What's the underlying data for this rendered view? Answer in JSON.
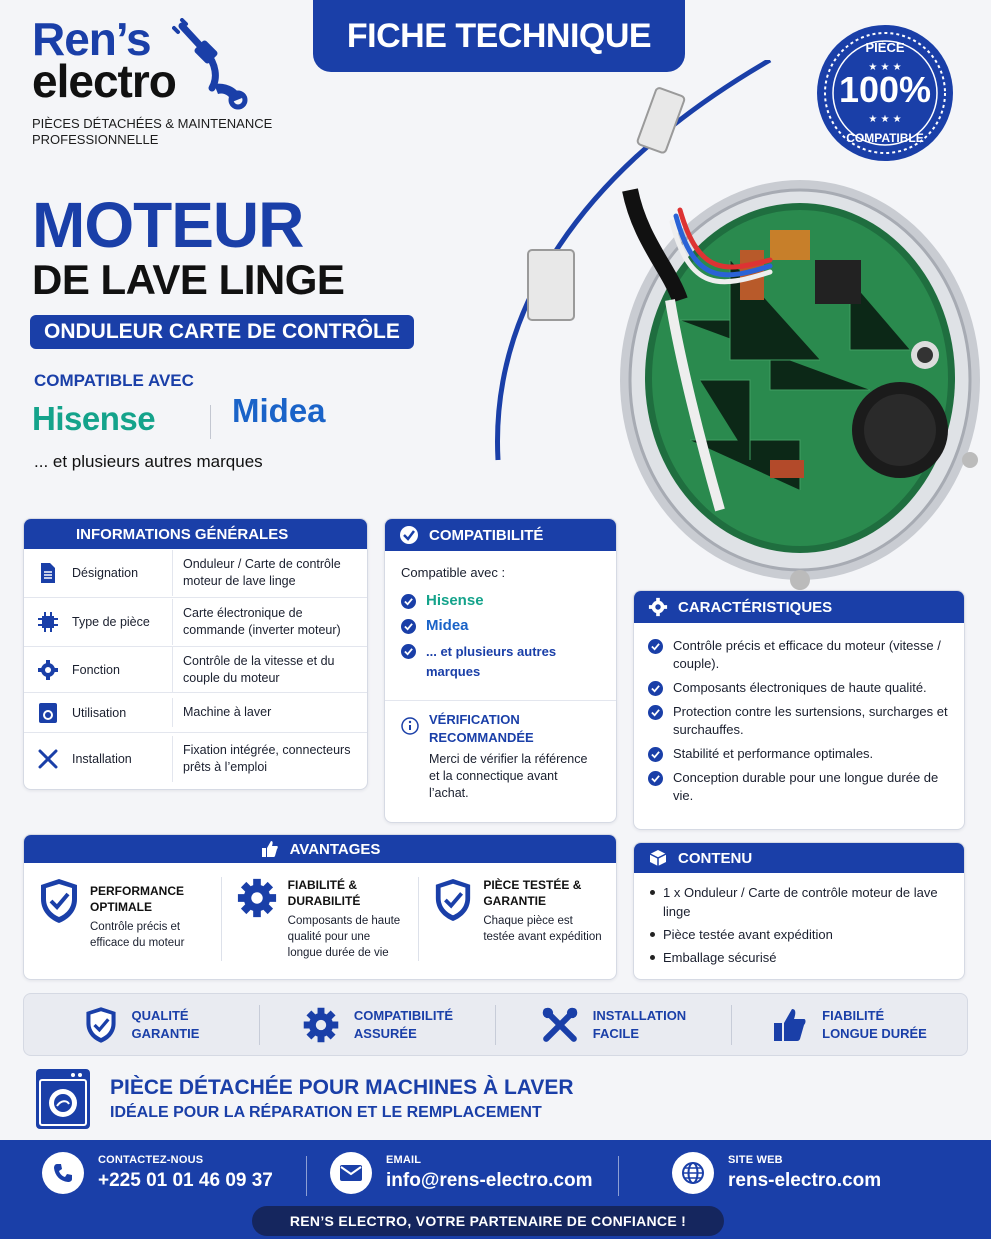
{
  "header": {
    "logo_line1": "Ren’s",
    "logo_line2": "electro",
    "logo_tagline": "PIÈCES DÉTACHÉES & MAINTENANCE PROFESSIONNELLE",
    "banner": "FICHE TECHNIQUE",
    "seal_top": "PIÈCE",
    "seal_main": "100%",
    "seal_bottom": "COMPATIBLE"
  },
  "title": {
    "main": "MOTEUR",
    "sub": "DE LAVE LINGE",
    "pill": "ONDULEUR CARTE DE CONTRÔLE",
    "compat_label": "COMPATIBLE AVEC",
    "brand1": "Hisense",
    "brand2": "Midea",
    "others": "... et plusieurs autres marques"
  },
  "infos": {
    "heading": "INFORMATIONS GÉNÉRALES",
    "rows": [
      {
        "icon": "document-icon",
        "key": "Désignation",
        "value": "Onduleur / Carte de contrôle moteur de lave linge"
      },
      {
        "icon": "chip-icon",
        "key": "Type de pièce",
        "value": "Carte électronique de commande (inverter moteur)"
      },
      {
        "icon": "gear-icon",
        "key": "Fonction",
        "value": "Contrôle de la vitesse et du couple du moteur"
      },
      {
        "icon": "washing-machine-icon",
        "key": "Utilisation",
        "value": "Machine à laver"
      },
      {
        "icon": "tools-icon",
        "key": "Installation",
        "value": "Fixation intégrée, connecteurs prêts à l’emploi"
      }
    ]
  },
  "compat": {
    "heading": "COMPATIBILITÉ",
    "intro": "Compatible avec :",
    "brand1": "Hisense",
    "brand2": "Midea",
    "others": "... et plusieurs autres marques",
    "verif_title": "VÉRIFICATION RECOMMANDÉE",
    "verif_text": "Merci de vérifier la référence et la connectique avant l’achat."
  },
  "carac": {
    "heading": "CARACTÉRISTIQUES",
    "items": [
      "Contrôle précis et efficace du moteur (vitesse / couple).",
      "Composants électroniques de haute qualité.",
      "Protection contre les surtensions, surcharges et surchauffes.",
      "Stabilité et performance optimales.",
      "Conception durable pour une longue durée de vie."
    ]
  },
  "avantages": {
    "heading": "AVANTAGES",
    "cols": [
      {
        "title": "PERFORMANCE OPTIMALE",
        "desc": "Contrôle précis et efficace du moteur"
      },
      {
        "title": "FIABILITÉ & DURABILITÉ",
        "desc": "Composants de haute qualité pour une longue durée de vie"
      },
      {
        "title": "PIÈCE TESTÉE & GARANTIE",
        "desc": "Chaque pièce est testée avant expédition"
      }
    ]
  },
  "contenu": {
    "heading": "CONTENU",
    "items": [
      "1 x Onduleur / Carte de contrôle moteur de lave linge",
      "Pièce testée avant expédition",
      "Emballage sécurisé"
    ]
  },
  "strip": [
    {
      "icon": "shield-check-icon",
      "l1": "QUALITÉ",
      "l2": "GARANTIE"
    },
    {
      "icon": "gear-icon",
      "l1": "COMPATIBILITÉ",
      "l2": "ASSURÉE"
    },
    {
      "icon": "tools-icon",
      "l1": "INSTALLATION",
      "l2": "FACILE"
    },
    {
      "icon": "thumbs-up-icon",
      "l1": "FIABILITÉ",
      "l2": "LONGUE DURÉE"
    }
  ],
  "machine": {
    "line1": "PIÈCE DÉTACHÉE POUR MACHINES À LAVER",
    "line2": "IDÉALE POUR LA RÉPARATION ET LE REMPLACEMENT"
  },
  "footer": {
    "contact_label": "CONTACTEZ-NOUS",
    "contact_value": "+225 01 01 46 09 37",
    "email_label": "EMAIL",
    "email_value": "info@rens-electro.com",
    "web_label": "SITE WEB",
    "web_value": "rens-electro.com",
    "slogan": "REN’S ELECTRO, VOTRE PARTENAIRE DE CONFIANCE !"
  },
  "colors": {
    "brand_blue": "#1a3fa8",
    "hisense_green": "#14a38b",
    "midea_blue": "#1a63c8"
  }
}
